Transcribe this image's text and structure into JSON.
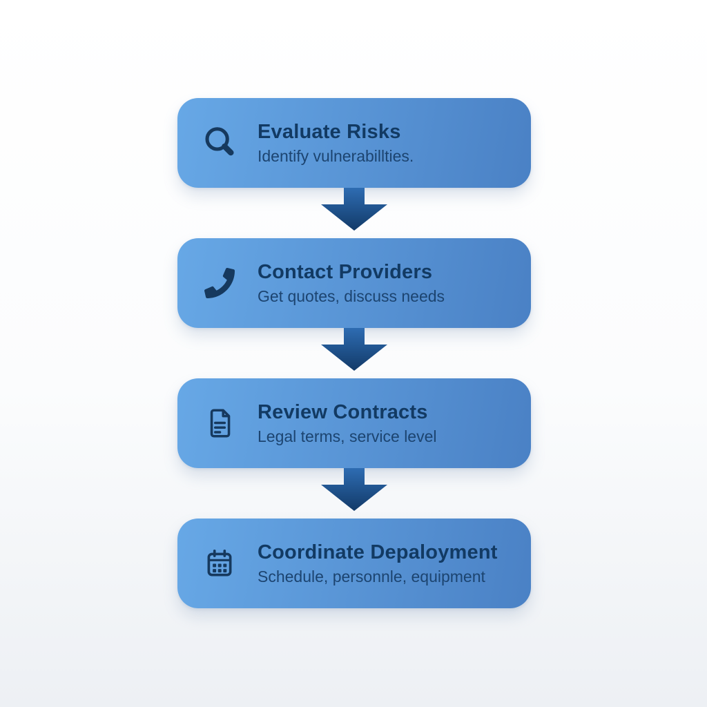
{
  "flowchart": {
    "steps": [
      {
        "title": "Evaluate Risks",
        "subtitle": "Identify vulnerabillties.",
        "icon": "magnifier-icon"
      },
      {
        "title": "Contact Providers",
        "subtitle": "Get quotes, discuss needs",
        "icon": "phone-icon"
      },
      {
        "title": "Review Contracts",
        "subtitle": "Legal terms, service level",
        "icon": "document-icon"
      },
      {
        "title": "Coordinate Depaloyment",
        "subtitle": "Schedule, personnle, equipment",
        "icon": "calendar-icon"
      }
    ],
    "arrow_count": 3,
    "colors": {
      "box_gradient_start": "#67a8e6",
      "box_gradient_end": "#4a81c5",
      "arrow_gradient_start": "#2e6cb2",
      "arrow_gradient_end": "#123a68",
      "icon_color": "#16395e",
      "title_color": "#123a63",
      "subtitle_color": "#1c4470",
      "background_top": "#ffffff",
      "background_bottom": "#edf0f4"
    }
  }
}
